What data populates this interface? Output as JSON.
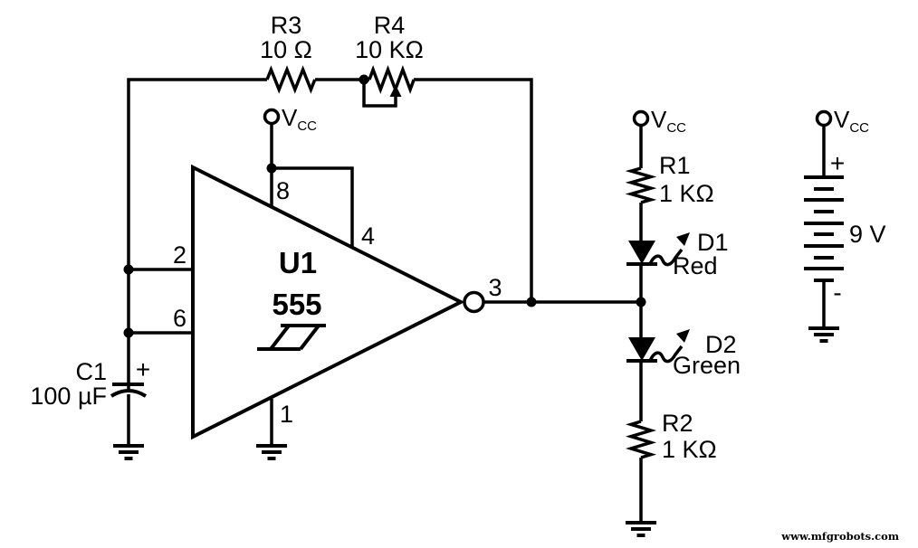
{
  "colors": {
    "ink": "#000000",
    "bg": "#ffffff"
  },
  "ic": {
    "ref": "U1",
    "part": "555",
    "pins": {
      "p1": "1",
      "p2": "2",
      "p3": "3",
      "p4": "4",
      "p6": "6",
      "p8": "8"
    }
  },
  "vcc": {
    "letter": "V",
    "subscript": "CC"
  },
  "resistors": {
    "r3": {
      "ref": "R3",
      "value": "10 Ω"
    },
    "r4": {
      "ref": "R4",
      "value": "10 KΩ"
    },
    "r1": {
      "ref": "R1",
      "value": "1 KΩ"
    },
    "r2": {
      "ref": "R2",
      "value": "1 KΩ"
    }
  },
  "capacitor": {
    "ref": "C1",
    "value": "100 µF",
    "polarity": "+"
  },
  "leds": {
    "d1": {
      "ref": "D1",
      "color_name": "Red"
    },
    "d2": {
      "ref": "D2",
      "color_name": "Green"
    }
  },
  "battery": {
    "voltage": "9 V",
    "positive": "+",
    "negative": "-"
  },
  "watermark": "www.mfgrobots.com"
}
